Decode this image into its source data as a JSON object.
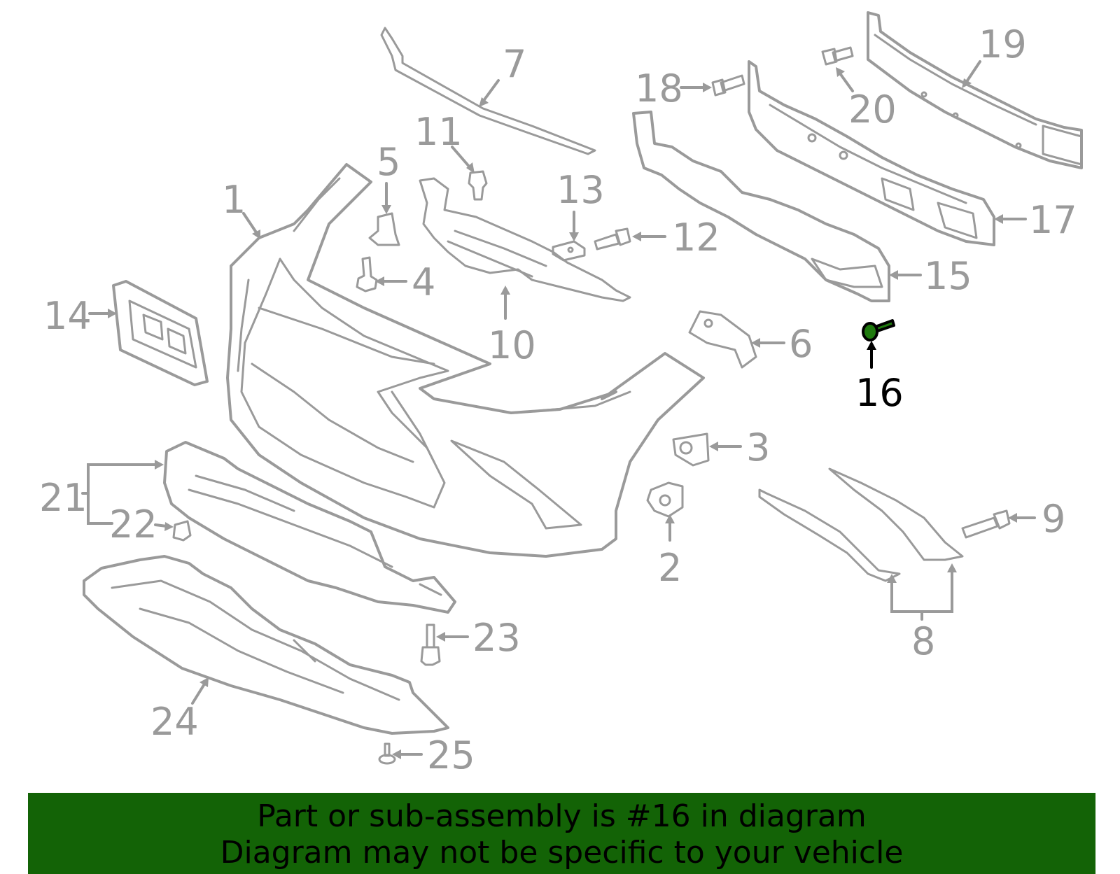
{
  "diagram": {
    "callouts": [
      "1",
      "2",
      "3",
      "4",
      "5",
      "6",
      "7",
      "8",
      "9",
      "10",
      "11",
      "12",
      "13",
      "14",
      "15",
      "16",
      "17",
      "18",
      "19",
      "20",
      "21",
      "22",
      "23",
      "24",
      "25"
    ],
    "highlighted_callout": "16",
    "colors": {
      "line": "#9a9a9a",
      "highlight_text": "#000000",
      "highlight_part": "#1f7a0e",
      "banner": "#136306"
    }
  },
  "banner": {
    "line1": "Part or sub-assembly is #16 in diagram",
    "line2": "Diagram may not be specific to your vehicle"
  }
}
